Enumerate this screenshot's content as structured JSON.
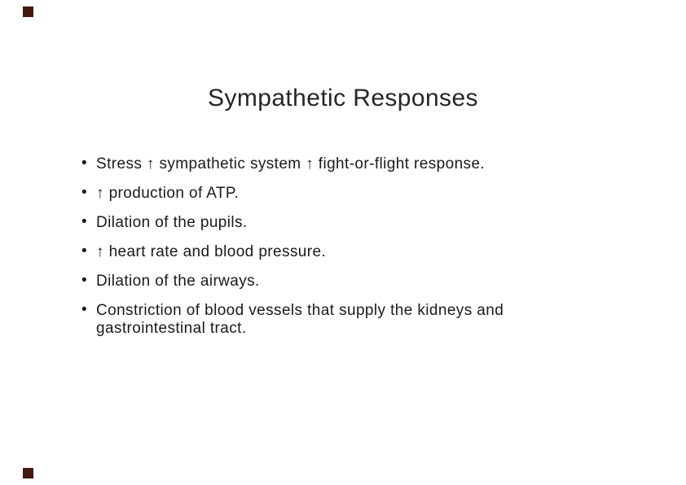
{
  "slide": {
    "title": "Sympathetic Responses",
    "bullets": [
      "Stress ↑ sympathetic system ↑ fight-or-flight response.",
      "↑ production of ATP.",
      "Dilation of the pupils.",
      "↑ heart rate and blood pressure.",
      "Dilation of the airways.",
      "Constriction of blood vessels that supply the kidneys and gastrointestinal tract."
    ],
    "bullet_glyph": "•",
    "colors": {
      "background": "#ffffff",
      "title": "#262626",
      "text": "#1a1a1a",
      "corner_mark": "#451910"
    }
  }
}
